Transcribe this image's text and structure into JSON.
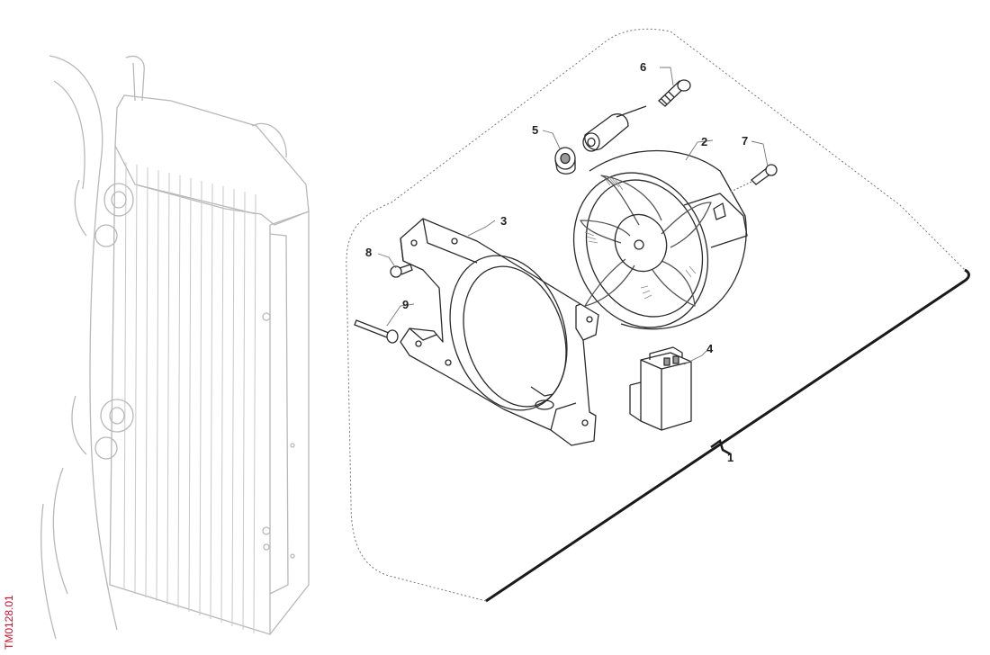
{
  "callouts": [
    {
      "id": "1",
      "label": "1"
    },
    {
      "id": "2",
      "label": "2"
    },
    {
      "id": "3",
      "label": "3"
    },
    {
      "id": "4",
      "label": "4"
    },
    {
      "id": "5",
      "label": "5"
    },
    {
      "id": "6",
      "label": "6"
    },
    {
      "id": "7",
      "label": "7"
    },
    {
      "id": "8",
      "label": "8"
    },
    {
      "id": "9",
      "label": "9"
    }
  ],
  "drawing_code": "TM0128.01",
  "colors": {
    "line": "#2a2a2a",
    "ghost": "#b8b8b8",
    "accent": "#c8102e"
  }
}
